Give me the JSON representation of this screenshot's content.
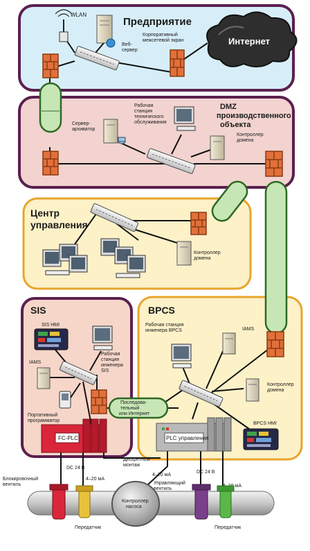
{
  "zones": {
    "enterprise": "Предприятие",
    "internet": "Интернет",
    "dmz_line1": "DMZ",
    "dmz_line2": "производственного",
    "dmz_line3": "объекта",
    "control_center_line1": "Центр",
    "control_center_line2": "управления",
    "sis": "SIS",
    "bpcs": "BPCS"
  },
  "labels": {
    "wlan": "WLAN",
    "web_server_1": "Веб-",
    "web_server_2": "сервер",
    "corp_fw_1": "Корпоративный",
    "corp_fw_2": "межсетевой экран",
    "archive_1": "Сервер-",
    "archive_2": "архиватор",
    "maint_1": "Рабочая",
    "maint_2": "станция",
    "maint_3": "технического",
    "maint_4": "обслуживания",
    "dc_dmz_1": "Контроллер",
    "dc_dmz_2": "домена",
    "dc_cc_1": "Контроллер",
    "dc_cc_2": "домена",
    "sis_hmi": "SIS HMI",
    "sis_eng_1": "Рабочая",
    "sis_eng_2": "станция",
    "sis_eng_3": "инженера",
    "sis_eng_4": "SIS",
    "iams_sis": "IAMS",
    "portable_1": "Портативный",
    "portable_2": "программатор",
    "fc_plc": "FC-PLC",
    "serial_1": "Последова-",
    "serial_2": "тельный",
    "serial_3": "или Интернет",
    "bpcs_eng_1": "Рабочая станция",
    "bpcs_eng_2": "инженера BPCS",
    "iams_bpcs": "IAMS",
    "dc_bpcs_1": "Контроллер",
    "dc_bpcs_2": "домена",
    "bpcs_hmi": "BPCS HMI",
    "plc_control": "PLC управления",
    "dc24_left": "DC 24 В",
    "dc24_right": "DC 24 В",
    "block_valve_1": "Блокировочный",
    "block_valve_2": "вентиль",
    "ma_left": "4–20 мА",
    "ma_mid": "4–20 мА",
    "ma_right": "4–20 мА",
    "discrete": "Дискретный",
    "mounting": "монтаж",
    "pump_1": "Контроллер",
    "pump_2": "насоса",
    "ctrl_valve_1": "Управляющий",
    "ctrl_valve_2": "вентиль",
    "transmitter_left": "Передатчик",
    "transmitter_right": "Передатчик"
  },
  "colors": {
    "enterprise_fill": "#d7eef8",
    "dmz_fill": "#f2d3cf",
    "control_fill": "#fdf1c8",
    "sis_fill": "#f6d6c9",
    "bpcs_fill": "#fdf1c8",
    "zone_border": "#5b1f4f",
    "firewall": "#e2703a",
    "tunnel": "#c7e6b6",
    "plc_red": "#d9263a",
    "pipe": "#c8c8c8"
  }
}
